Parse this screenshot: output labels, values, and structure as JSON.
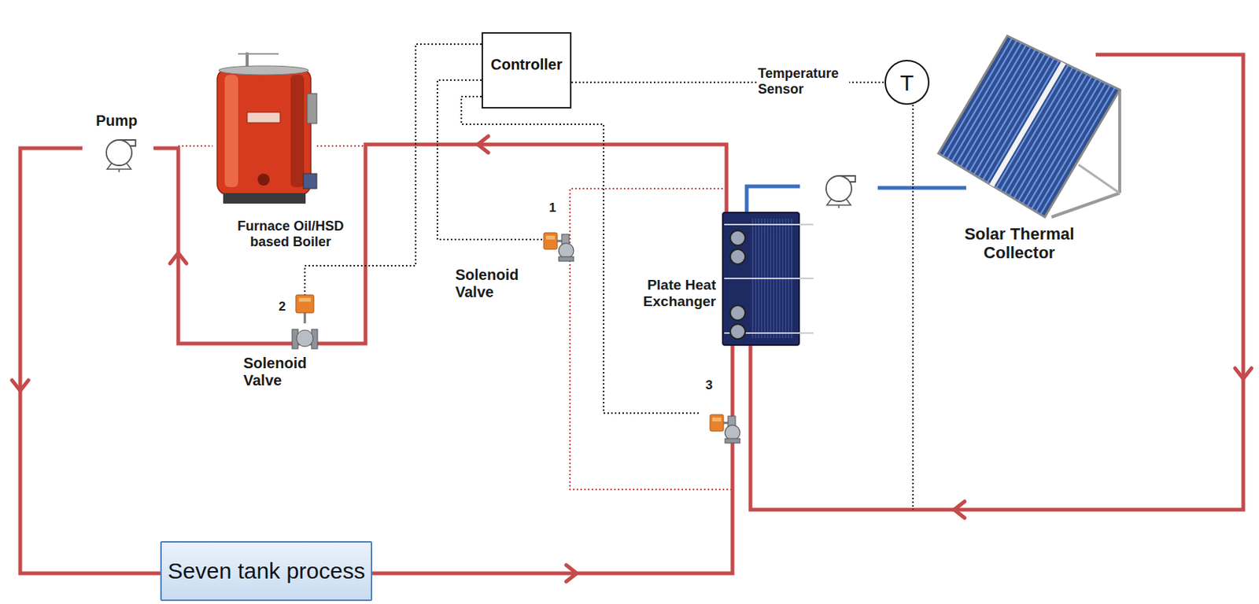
{
  "diagram": {
    "nodes": [
      {
        "text": [
          "Controller"
        ]
      },
      {
        "text": [
          "T"
        ]
      },
      {
        "text": [
          "Seven tank process"
        ]
      }
    ],
    "edges": [
      {
        "from": 0,
        "to": 1,
        "arrow": "none"
      }
    ],
    "labels": [
      "Pump",
      "Furnace Oil/HSD based Boiler",
      "Temperature Sensor",
      "1",
      "Solenoid Valve",
      "2",
      "Solenoid Valve",
      "Plate Heat Exchanger",
      "Solar Thermal Collector",
      "3"
    ]
  }
}
